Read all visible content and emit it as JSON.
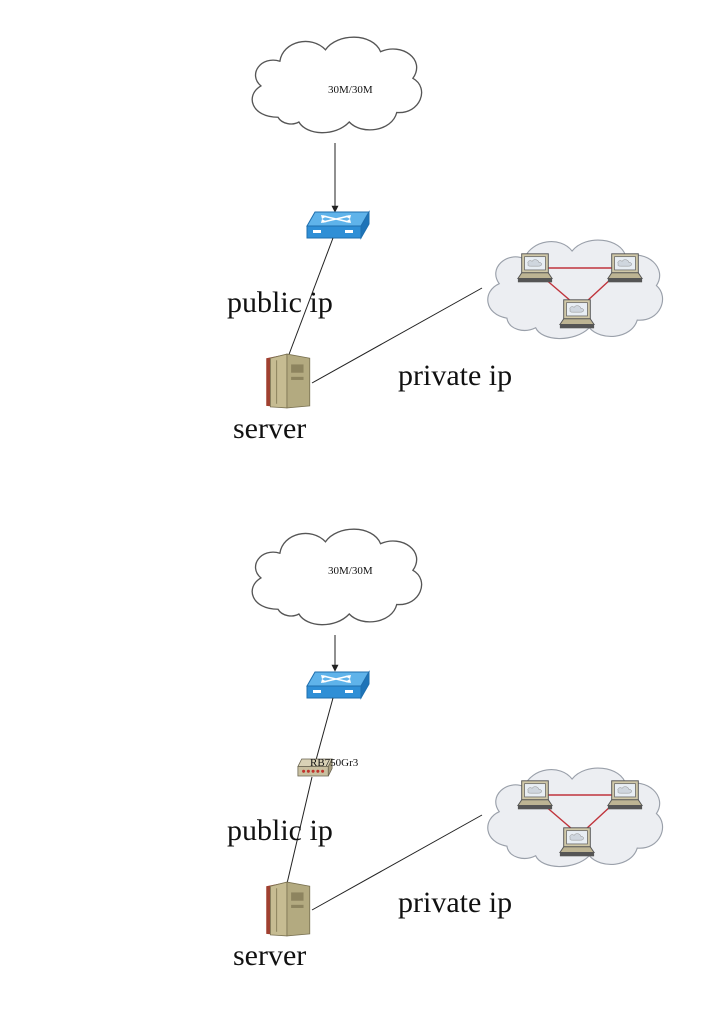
{
  "diagrams": [
    {
      "internet_cloud_label": "30M/30M",
      "public_link_label": "public ip",
      "private_link_label": "private ip",
      "server_label": "server"
    },
    {
      "internet_cloud_label": "30M/30M",
      "router_label": "RB750Gr3",
      "public_link_label": "public ip",
      "private_link_label": "private ip",
      "server_label": "server"
    }
  ],
  "colors": {
    "cloud_fill": "#ffffff",
    "lan_cloud_fill": "#eceef2",
    "switch_fill": "#2f8fd6",
    "link": "#222222",
    "lan_link": "#c0343c",
    "server_body": "#b8b08a",
    "router_body": "#c9c0a0"
  }
}
